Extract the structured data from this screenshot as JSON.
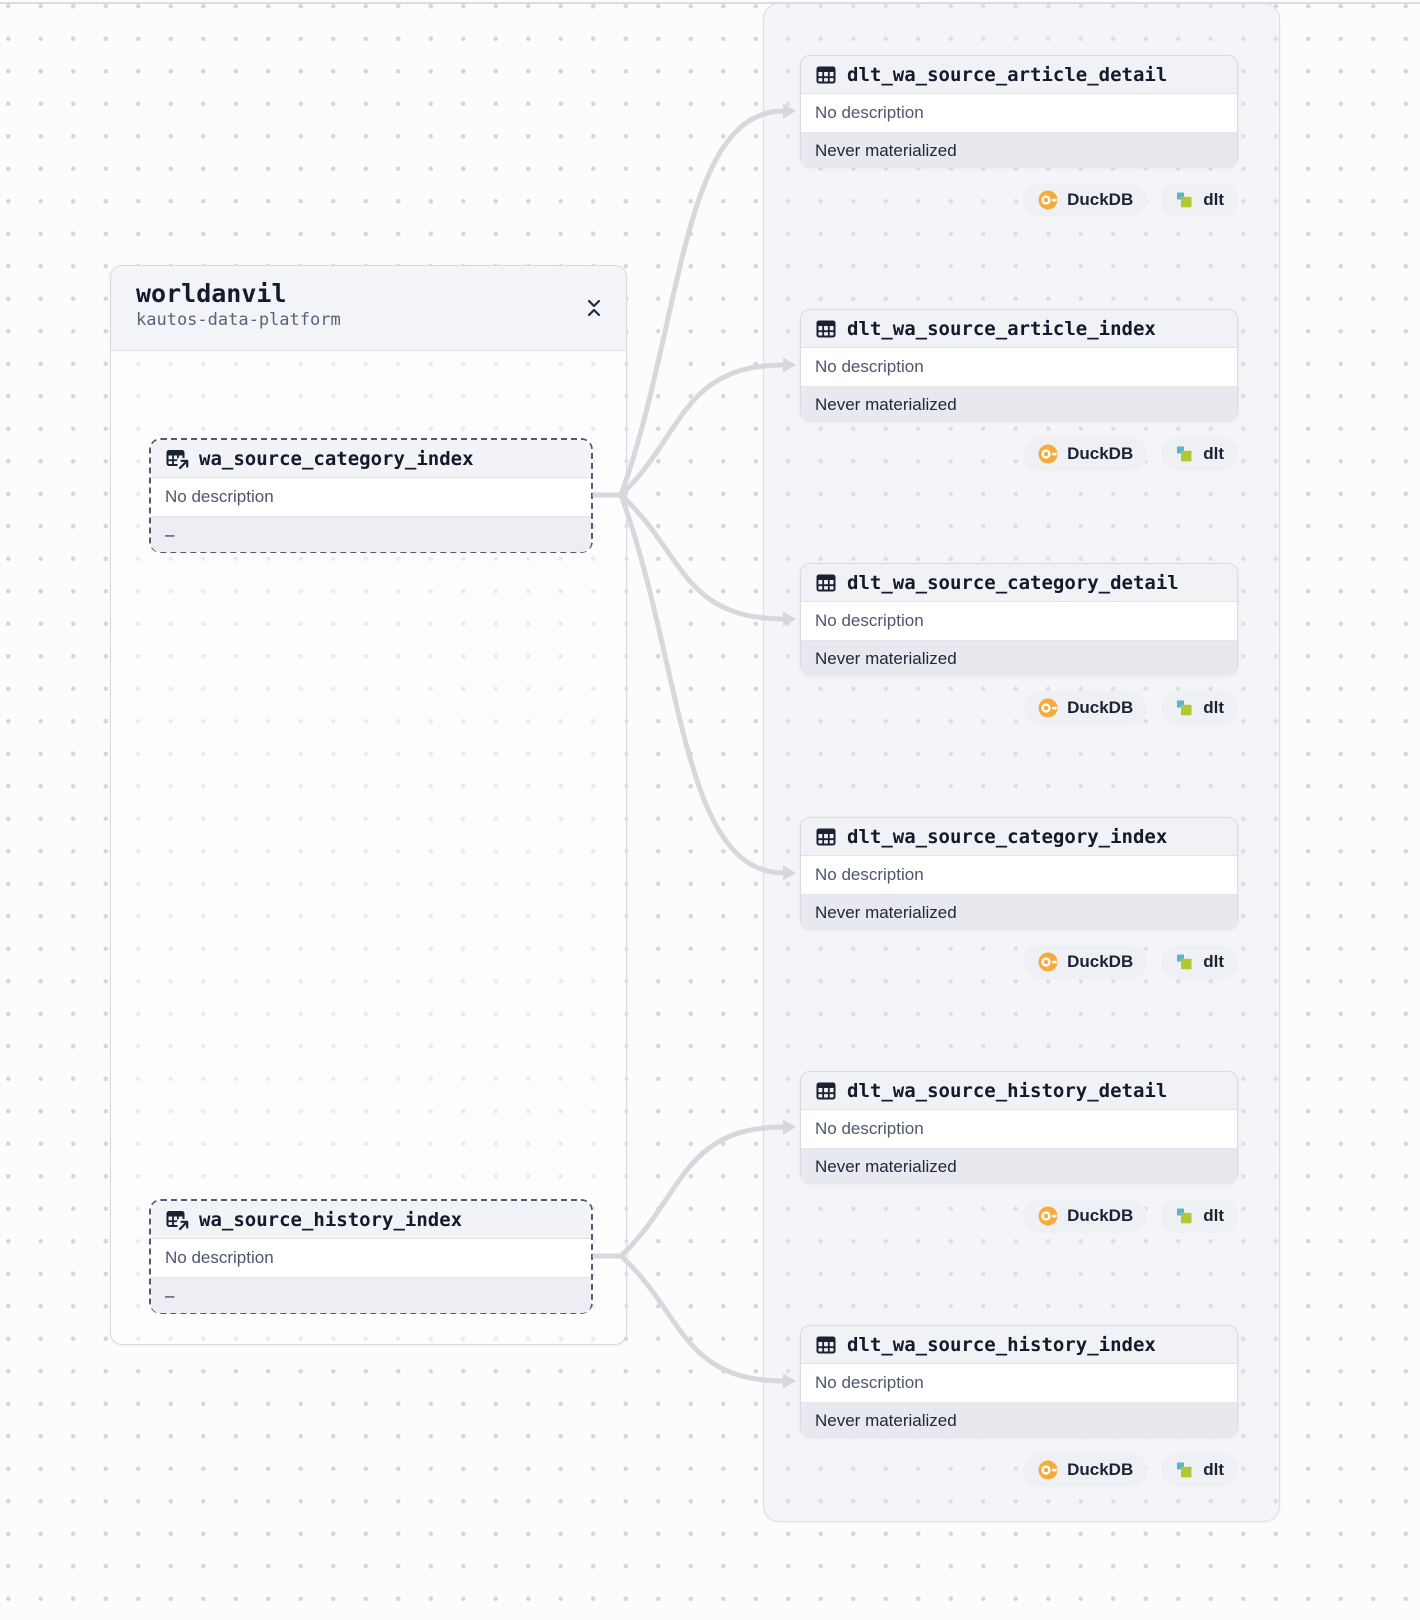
{
  "colors": {
    "edge": "#d6d8de",
    "duckdb": "#f6ab3c",
    "dlt-teal": "#58b6c8",
    "dlt-lime": "#b1c833",
    "dash-border": "#4f5b72"
  },
  "group": {
    "title": "worldanvil",
    "subtitle": "kautos-data-platform"
  },
  "source_nodes": [
    {
      "id": "wa_source_category_index",
      "title": "wa_source_category_index",
      "description": "No description",
      "status": "–"
    },
    {
      "id": "wa_source_history_index",
      "title": "wa_source_history_index",
      "description": "No description",
      "status": "–"
    }
  ],
  "asset_nodes": [
    {
      "id": "dlt_wa_source_article_detail",
      "title": "dlt_wa_source_article_detail",
      "description": "No description",
      "status": "Never materialized",
      "badges": [
        {
          "label": "DuckDB"
        },
        {
          "label": "dlt"
        }
      ]
    },
    {
      "id": "dlt_wa_source_article_index",
      "title": "dlt_wa_source_article_index",
      "description": "No description",
      "status": "Never materialized",
      "badges": [
        {
          "label": "DuckDB"
        },
        {
          "label": "dlt"
        }
      ]
    },
    {
      "id": "dlt_wa_source_category_detail",
      "title": "dlt_wa_source_category_detail",
      "description": "No description",
      "status": "Never materialized",
      "badges": [
        {
          "label": "DuckDB"
        },
        {
          "label": "dlt"
        }
      ]
    },
    {
      "id": "dlt_wa_source_category_index",
      "title": "dlt_wa_source_category_index",
      "description": "No description",
      "status": "Never materialized",
      "badges": [
        {
          "label": "DuckDB"
        },
        {
          "label": "dlt"
        }
      ]
    },
    {
      "id": "dlt_wa_source_history_detail",
      "title": "dlt_wa_source_history_detail",
      "description": "No description",
      "status": "Never materialized",
      "badges": [
        {
          "label": "DuckDB"
        },
        {
          "label": "dlt"
        }
      ]
    },
    {
      "id": "dlt_wa_source_history_index",
      "title": "dlt_wa_source_history_index",
      "description": "No description",
      "status": "Never materialized",
      "badges": [
        {
          "label": "DuckDB"
        },
        {
          "label": "dlt"
        }
      ]
    }
  ],
  "edges": [
    {
      "from": "wa_source_category_index",
      "to": "dlt_wa_source_article_detail"
    },
    {
      "from": "wa_source_category_index",
      "to": "dlt_wa_source_article_index"
    },
    {
      "from": "wa_source_category_index",
      "to": "dlt_wa_source_category_detail"
    },
    {
      "from": "wa_source_category_index",
      "to": "dlt_wa_source_category_index"
    },
    {
      "from": "wa_source_history_index",
      "to": "dlt_wa_source_history_detail"
    },
    {
      "from": "wa_source_history_index",
      "to": "dlt_wa_source_history_index"
    }
  ]
}
